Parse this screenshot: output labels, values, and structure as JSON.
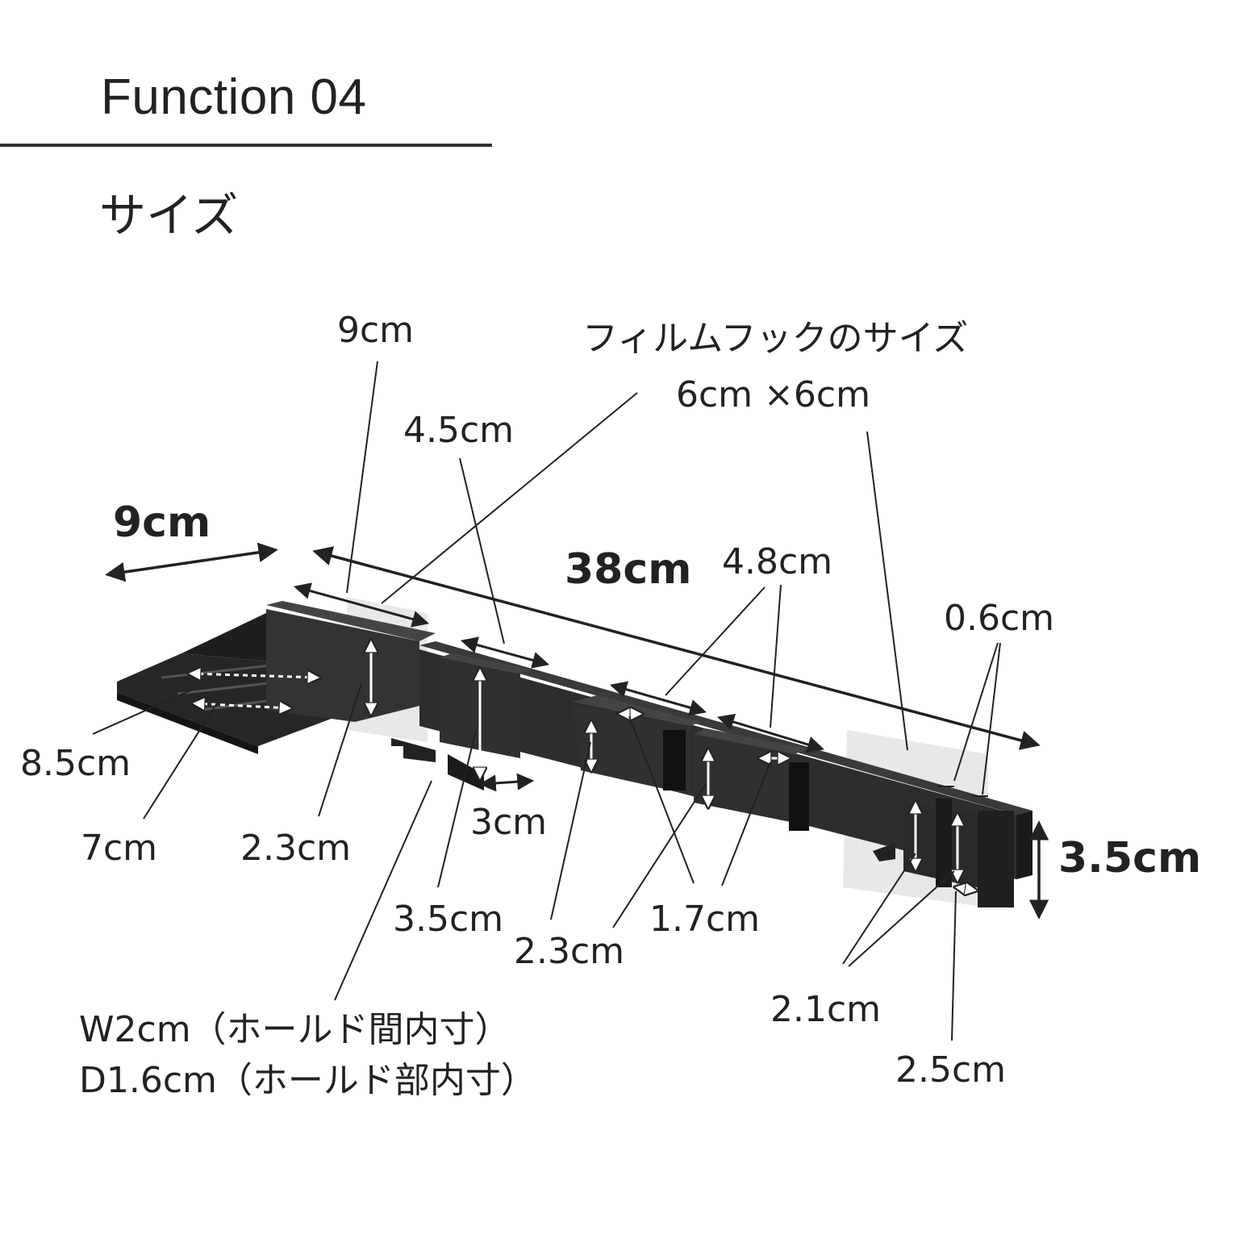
{
  "header": {
    "title": "Function 04",
    "subtitle": "サイズ"
  },
  "diagram": {
    "labels": {
      "total_width": "38cm",
      "shelf_width": "9cm",
      "height_right": "3.5cm",
      "top_9cm": "9cm",
      "film_hook_title": "フィルムフックのサイズ",
      "film_hook_size": "6cm ×6cm",
      "hook_4_5": "4.5cm",
      "hook_4_8": "4.8cm",
      "gap_0_6": "0.6cm",
      "shelf_8_5": "8.5cm",
      "shelf_7": "7cm",
      "wall_2_3": "2.3cm",
      "hook_3": "3cm",
      "hook_3_5": "3.5cm",
      "mid_2_3": "2.3cm",
      "mid_1_7": "1.7cm",
      "right_2_1": "2.1cm",
      "right_2_5": "2.5cm",
      "holder_w": "W2cm（ホールド間内寸）",
      "holder_d": "D1.6cm（ホールド部内寸）"
    },
    "colors": {
      "product": "#2a2a2a",
      "film": "#e6e6e8",
      "line": "#222222"
    }
  }
}
